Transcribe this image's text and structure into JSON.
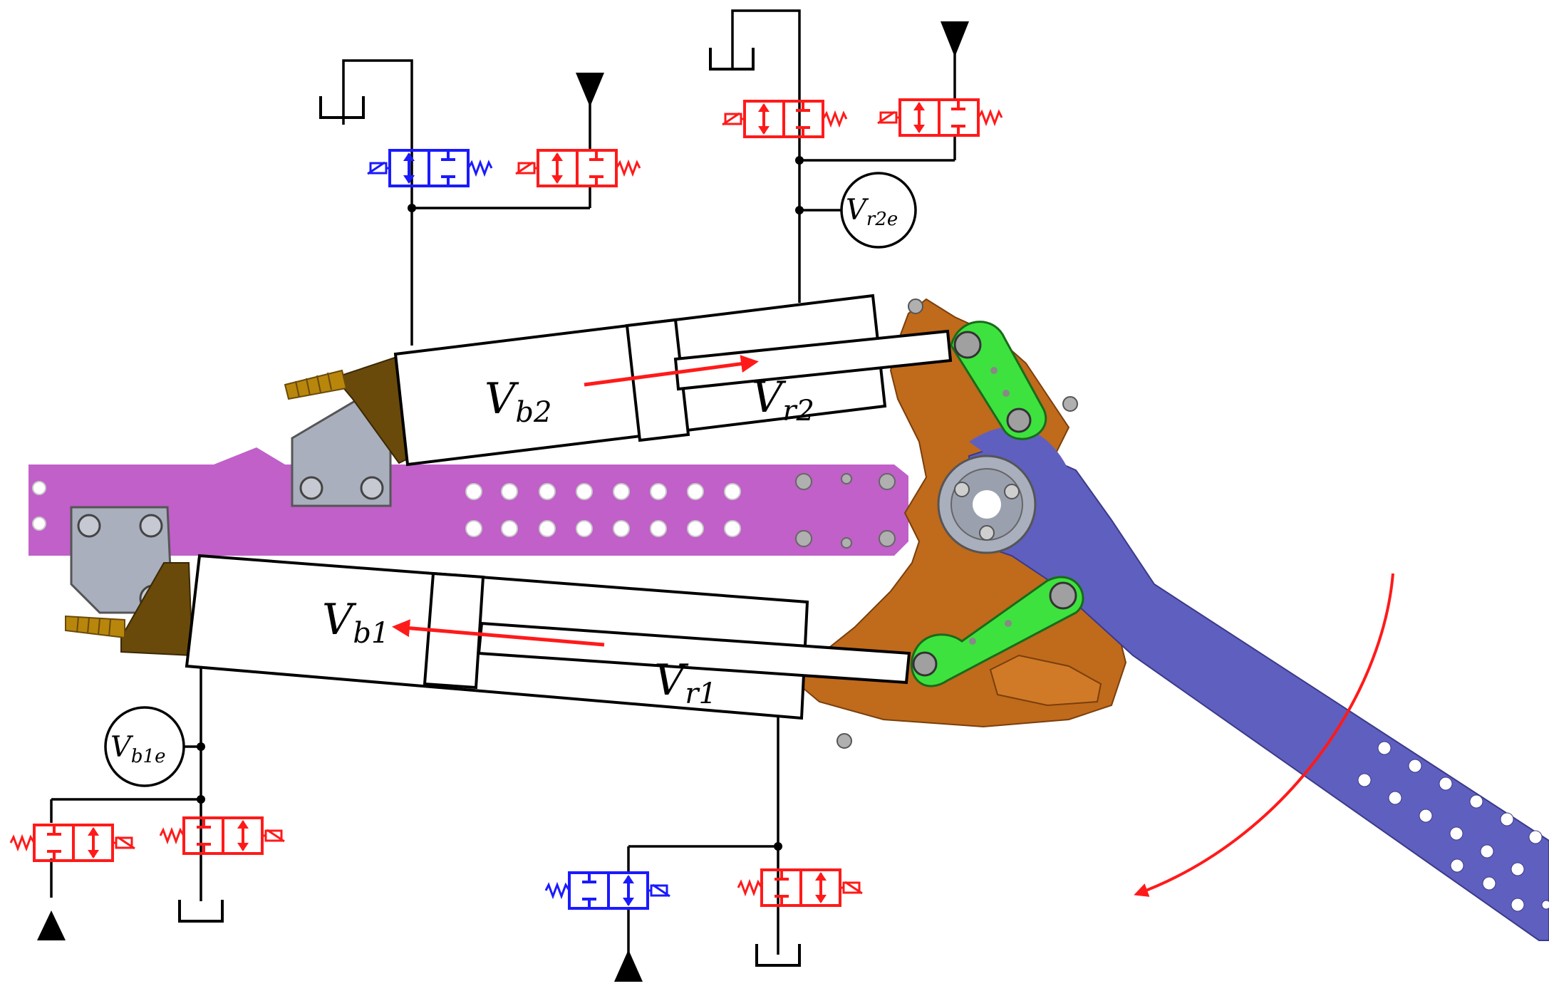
{
  "labels": {
    "vb2": {
      "main": "V",
      "sub": "b2"
    },
    "vr2": {
      "main": "V",
      "sub": "r2"
    },
    "vb1": {
      "main": "V",
      "sub": "b1"
    },
    "vr1": {
      "main": "V",
      "sub": "r1"
    },
    "vr2e": {
      "main": "V",
      "sub": "r2e"
    },
    "vb1e": {
      "main": "V",
      "sub": "b1e"
    }
  },
  "colors": {
    "frame": "#c060c8",
    "arm": "#5f5fc0",
    "bracket": "#c06a1c",
    "link": "#3ee23e",
    "plate": "#a9afbd",
    "valve_red": "#ff1a1a",
    "valve_blue": "#1a1aff",
    "arrow": "#ff1a1a",
    "line": "#000000"
  },
  "icons": {
    "tank": "tank-symbol-icon",
    "pressure": "pressure-source-triangle-icon",
    "valve": "two-position-valve-icon"
  }
}
